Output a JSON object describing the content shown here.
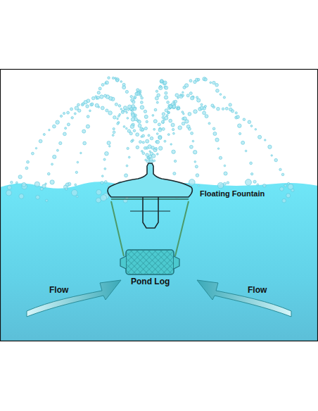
{
  "diagram": {
    "labels": [
      "Floating Fountain",
      "Pond Log",
      "Flow",
      "Flow"
    ]
  }
}
